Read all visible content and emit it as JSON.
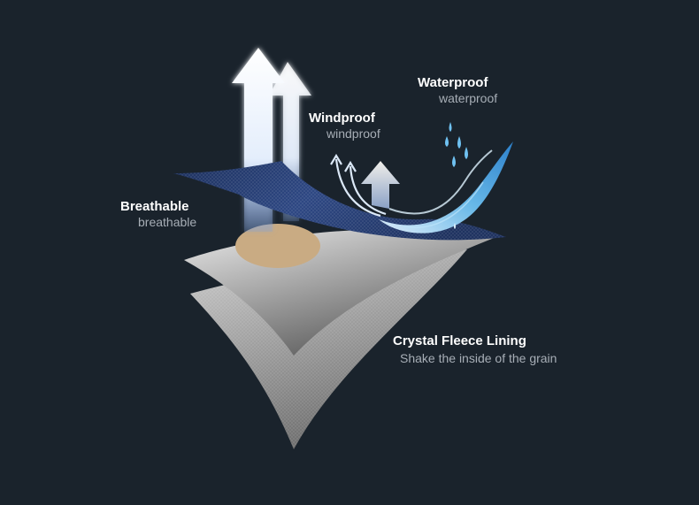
{
  "layers": {
    "waterproof": {
      "title": "Waterproof",
      "subtitle": "waterproof"
    },
    "windproof": {
      "title": "Windproof",
      "subtitle": "windproof"
    },
    "breathable": {
      "title": "Breathable",
      "subtitle": "breathable"
    },
    "fleece": {
      "title": "Crystal Fleece Lining",
      "subtitle": "Shake the inside of the grain"
    }
  },
  "colors": {
    "background": "#1a232c",
    "outer_fabric": "#23396b",
    "membrane": "#bdbdbd",
    "fleece": "#8f8f8f",
    "water": "#66b9ee",
    "breath_arrow": "#dde9fb",
    "warm_spot": "#c9ab83"
  }
}
